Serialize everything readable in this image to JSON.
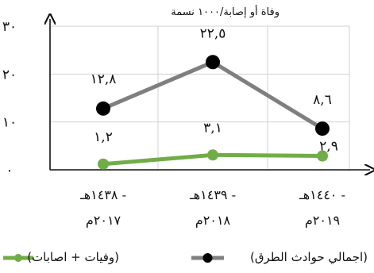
{
  "chart_data": {
    "type": "line",
    "ylabel": "وفاة أو إصابة/١٠٠٠ نسمة",
    "ylim": [
      0,
      30
    ],
    "yticks": [
      {
        "value": 0,
        "label": "٠"
      },
      {
        "value": 10,
        "label": "١٠"
      },
      {
        "value": 20,
        "label": "٢٠"
      },
      {
        "value": 30,
        "label": "٣٠"
      }
    ],
    "categories": [
      {
        "line1": "١٤٣٨هـ -",
        "line2": "٢٠١٧م"
      },
      {
        "line1": "١٤٣٩هـ -",
        "line2": "٢٠١٨م"
      },
      {
        "line1": "١٤٤٠هـ -",
        "line2": "٢٠١٩م"
      }
    ],
    "grid": true,
    "legend_position": "bottom",
    "series": [
      {
        "name": "(اجمالي حوادث الطرق)",
        "values": [
          12.8,
          22.5,
          8.6
        ],
        "labels": [
          "١٢,٨",
          "٢٢,٥",
          "٨,٦"
        ],
        "color": "#7f7f7f",
        "marker_color": "#000000"
      },
      {
        "name": "(وفيات + اصابات)",
        "values": [
          1.2,
          3.1,
          2.9
        ],
        "labels": [
          "١,٢",
          "٣,١",
          "٢,٩"
        ],
        "color": "#70ad47",
        "marker_color": "#70ad47"
      }
    ]
  }
}
